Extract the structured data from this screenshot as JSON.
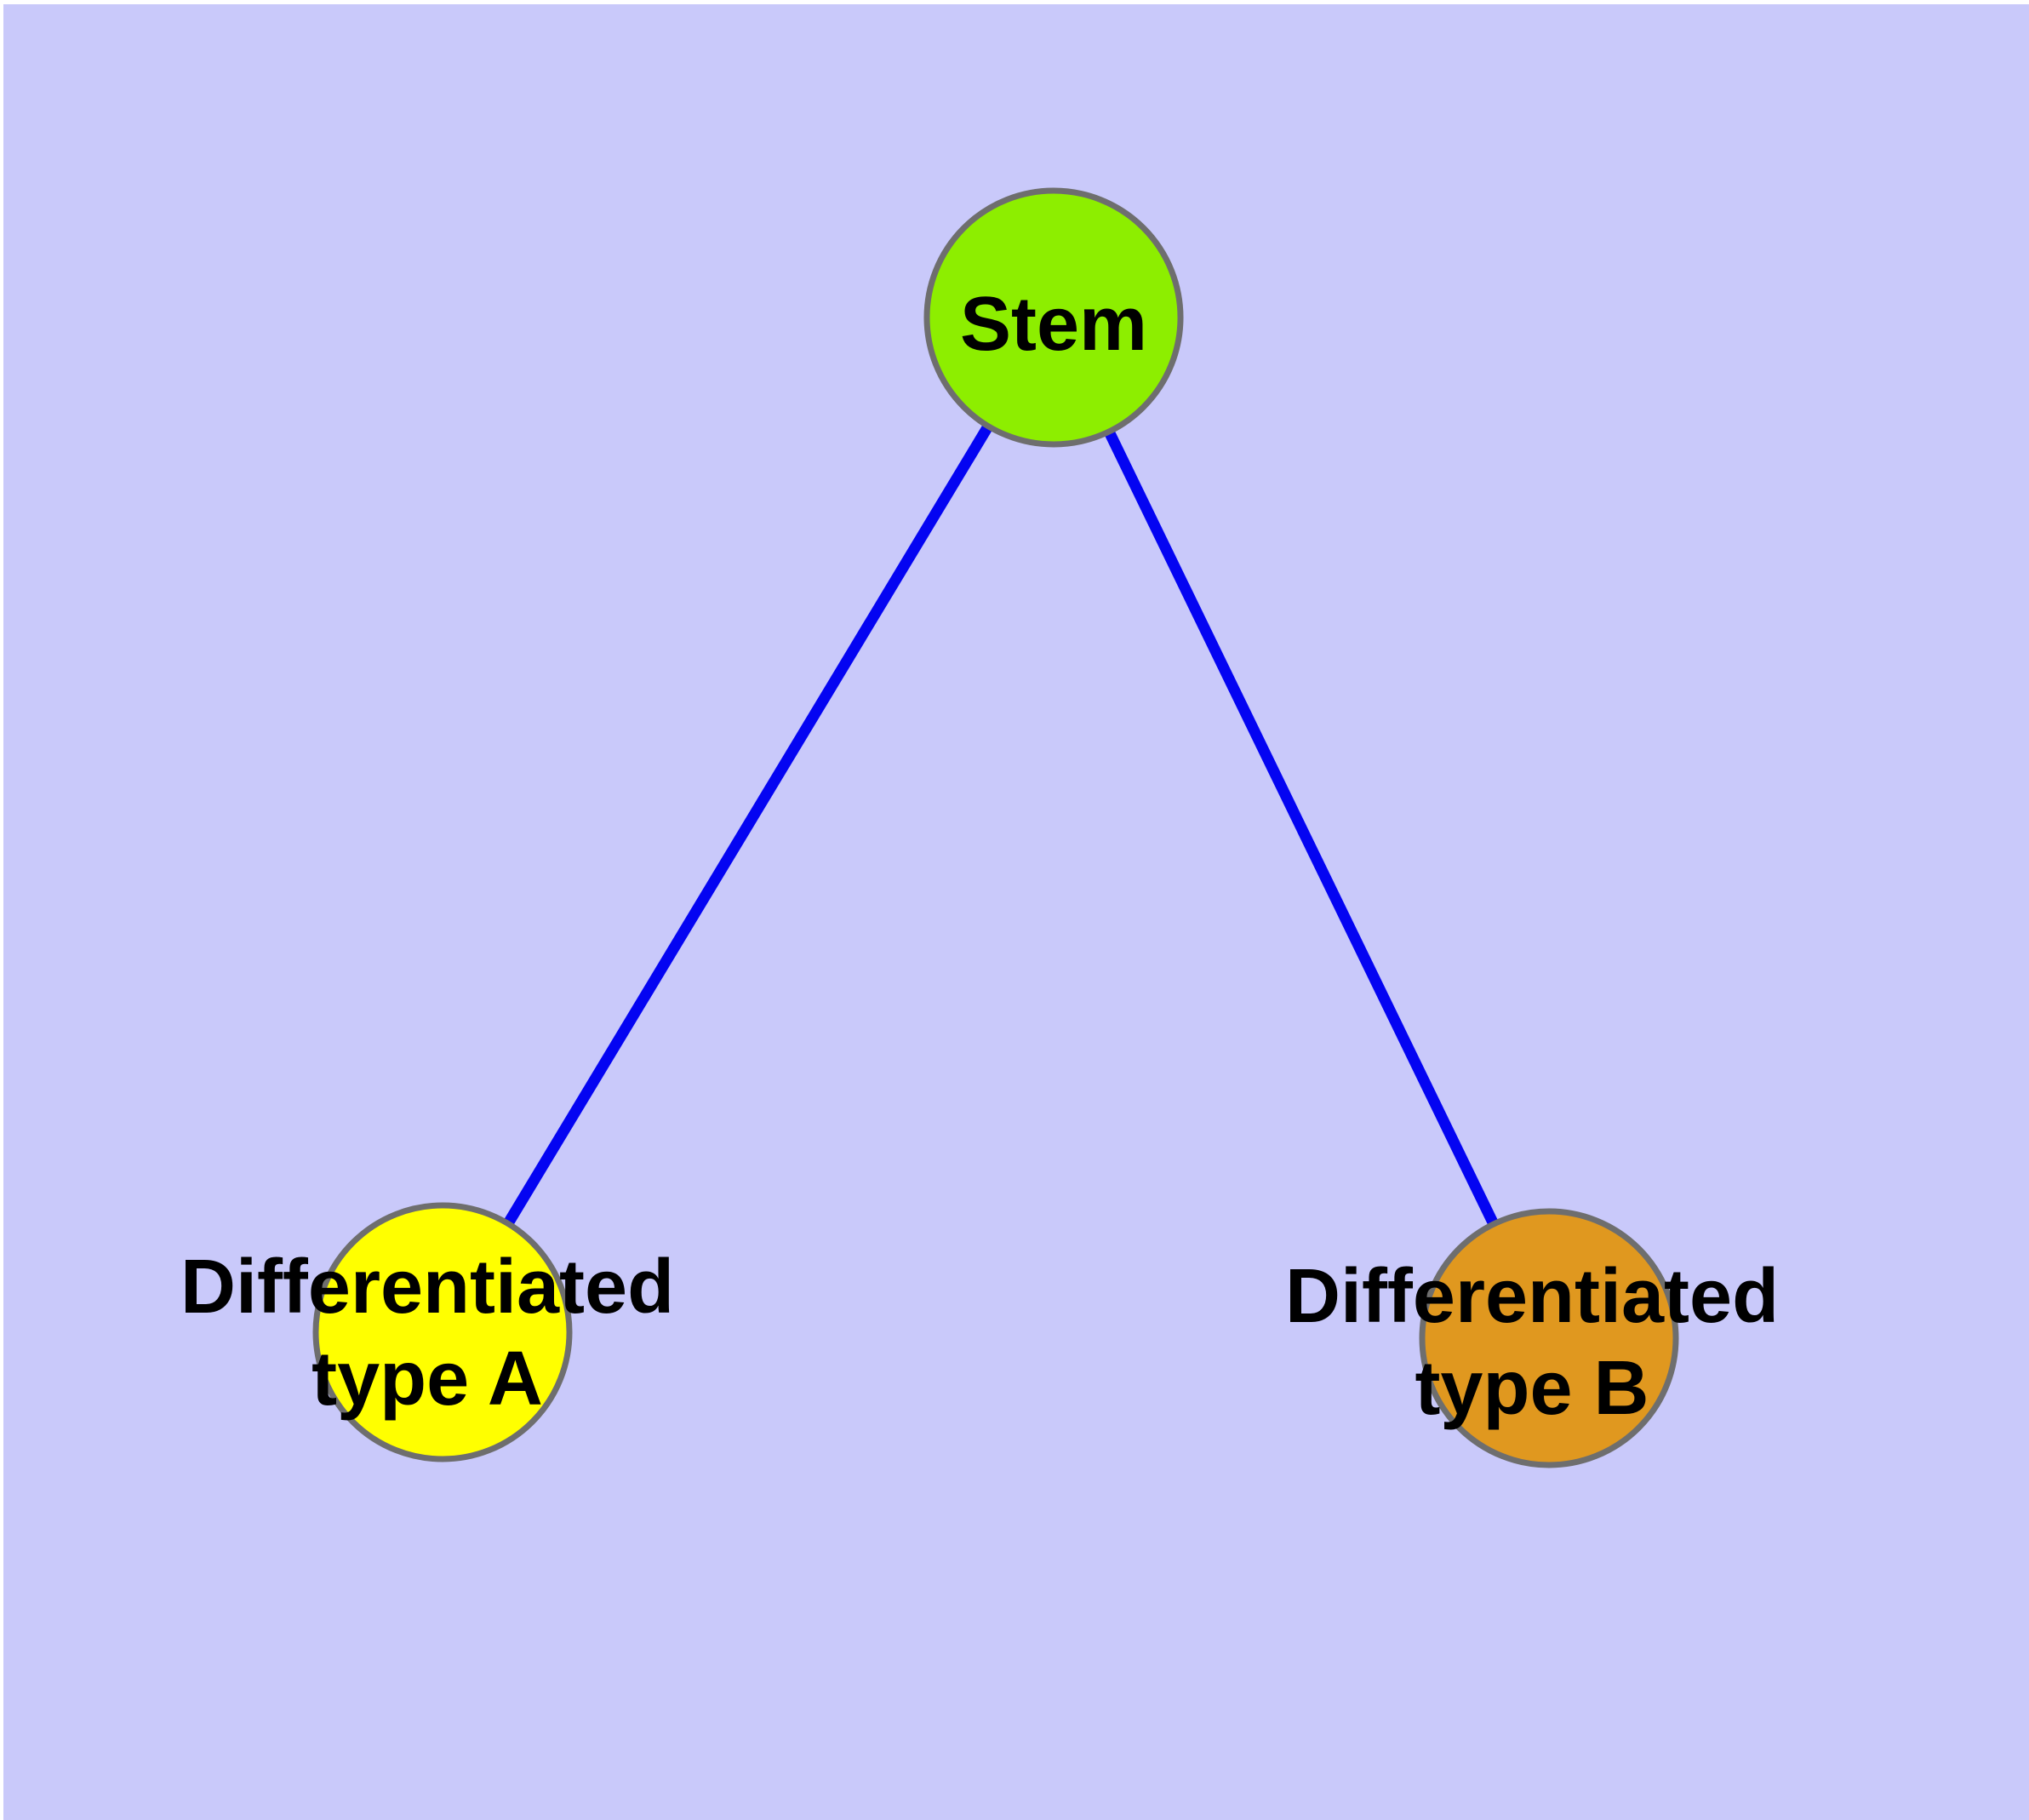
{
  "diagram": {
    "background_color": "#C9C9FA",
    "edge_color": "#0404F2",
    "node_border_color": "#6E6E6E",
    "nodes": [
      {
        "id": "stem",
        "label": "Stem",
        "color": "#8DEE00"
      },
      {
        "id": "type-a",
        "label": "Differentiated\ntype A",
        "color": "#FFFF00"
      },
      {
        "id": "type-b",
        "label": "Differentiated\ntype B",
        "color": "#E0981F"
      }
    ],
    "edges": [
      {
        "from": "stem",
        "to": "type-a"
      },
      {
        "from": "stem",
        "to": "type-b"
      }
    ]
  }
}
